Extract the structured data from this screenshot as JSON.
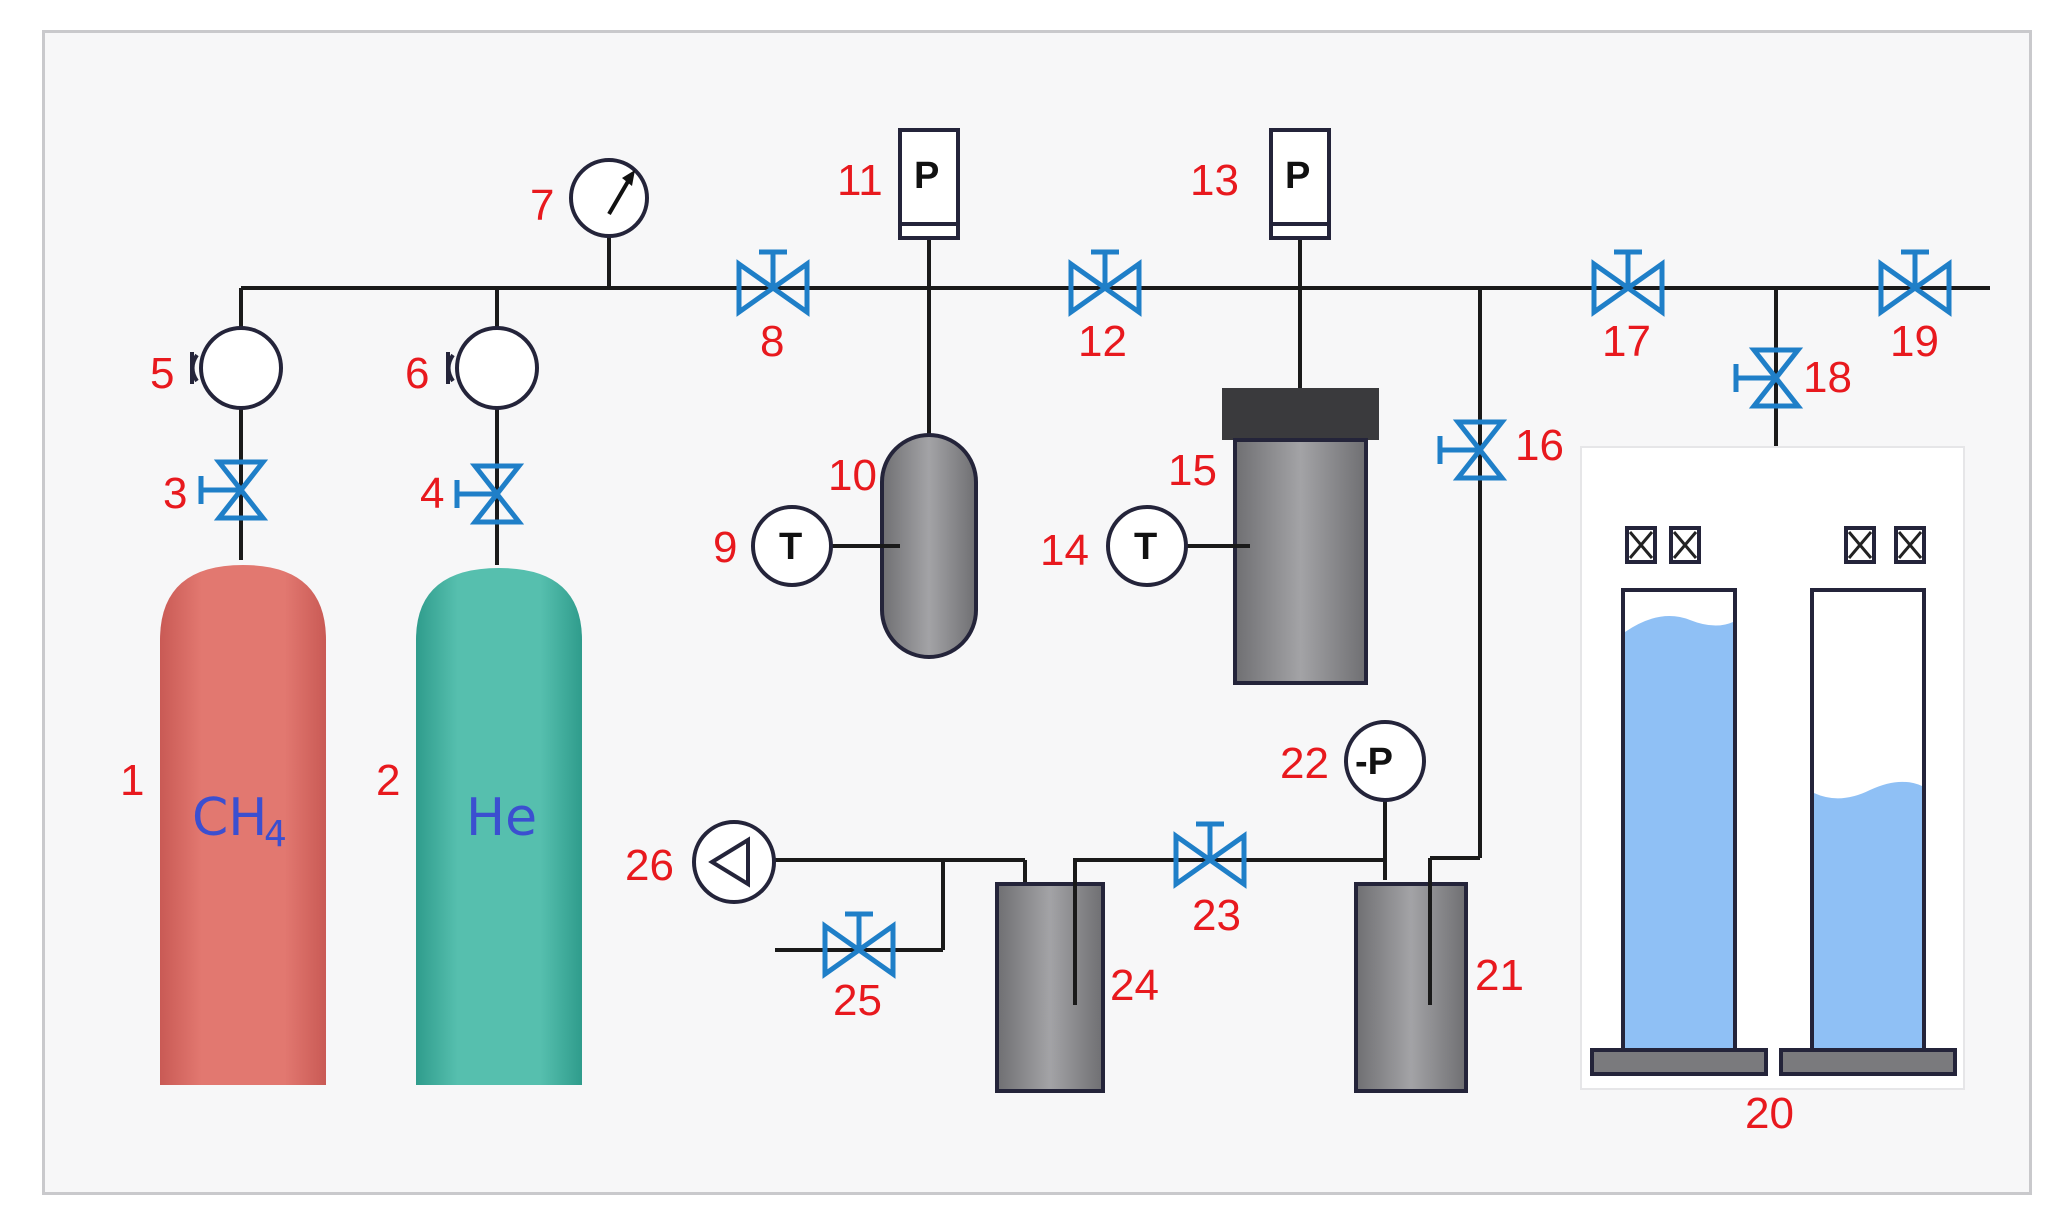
{
  "gases": {
    "cylinder_1": "CH",
    "cylinder_1_sub": "4",
    "cylinder_2": "He"
  },
  "gauges": {
    "pressure": "P",
    "temperature": "T",
    "vacuum": "-P"
  },
  "labels": {
    "n1": "1",
    "n2": "2",
    "n3": "3",
    "n4": "4",
    "n5": "5",
    "n6": "6",
    "n7": "7",
    "n8": "8",
    "n9": "9",
    "n10": "10",
    "n11": "11",
    "n12": "12",
    "n13": "13",
    "n14": "14",
    "n15": "15",
    "n16": "16",
    "n17": "17",
    "n18": "18",
    "n19": "19",
    "n20": "20",
    "n21": "21",
    "n22": "22",
    "n23": "23",
    "n24": "24",
    "n25": "25",
    "n26": "26"
  },
  "colors": {
    "ch4_cylinder": "#e27870",
    "he_cylinder": "#56bfae",
    "valve": "#1f7fc8",
    "label": "#e8191e",
    "vessel": "#8a8a8c",
    "water": "#8fc0f5"
  }
}
